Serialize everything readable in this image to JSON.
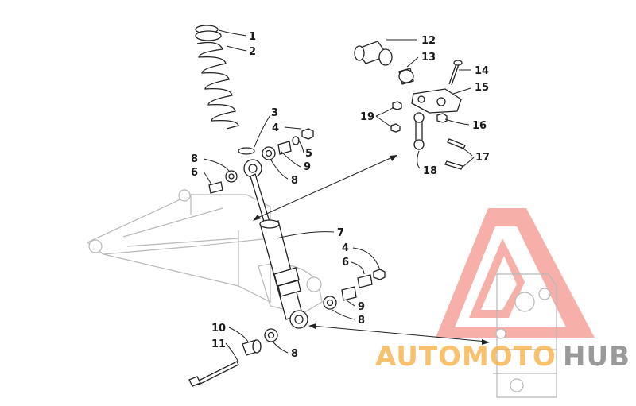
{
  "labels": [
    {
      "id": "1",
      "text": "1"
    },
    {
      "id": "2",
      "text": "2"
    },
    {
      "id": "3",
      "text": "3"
    },
    {
      "id": "4a",
      "text": "4"
    },
    {
      "id": "5",
      "text": "5"
    },
    {
      "id": "9a",
      "text": "9"
    },
    {
      "id": "8a",
      "text": "8"
    },
    {
      "id": "8b",
      "text": "8"
    },
    {
      "id": "6a",
      "text": "6"
    },
    {
      "id": "12",
      "text": "12"
    },
    {
      "id": "13",
      "text": "13"
    },
    {
      "id": "14",
      "text": "14"
    },
    {
      "id": "15",
      "text": "15"
    },
    {
      "id": "19",
      "text": "19"
    },
    {
      "id": "16",
      "text": "16"
    },
    {
      "id": "17",
      "text": "17"
    },
    {
      "id": "18",
      "text": "18"
    },
    {
      "id": "7",
      "text": "7"
    },
    {
      "id": "4b",
      "text": "4"
    },
    {
      "id": "6b",
      "text": "6"
    },
    {
      "id": "9b",
      "text": "9"
    },
    {
      "id": "8c",
      "text": "8"
    },
    {
      "id": "10",
      "text": "10"
    },
    {
      "id": "11",
      "text": "11"
    },
    {
      "id": "8d",
      "text": "8"
    }
  ],
  "watermark": {
    "part1": "AUTOMOTO",
    "part2": "HUB",
    "color_primary": "#f4a29a",
    "color_secondary": "#9a9a9a",
    "color_orange": "#f6b24a"
  }
}
